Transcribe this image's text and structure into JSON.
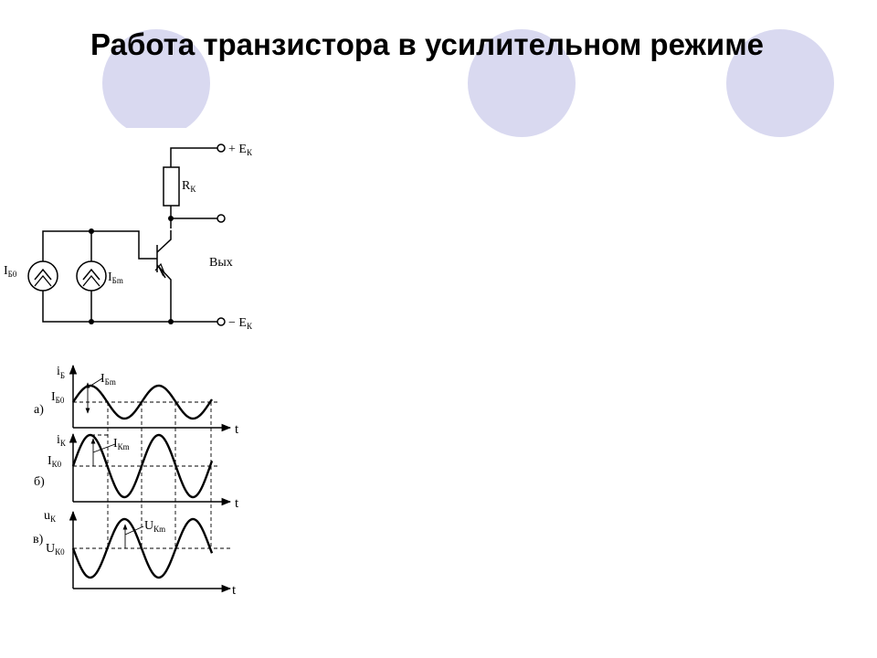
{
  "slide": {
    "title": "Работа транзистора в усилительном режиме"
  },
  "colors": {
    "circle_fill": "#d9d9f0",
    "circle_ring": "#dcdcf0",
    "wire": "#000000"
  },
  "schematic": {
    "supply_plus": "+ E",
    "supply_plus_sub": "К",
    "supply_minus": "− E",
    "supply_minus_sub": "К",
    "resistor": "R",
    "resistor_sub": "К",
    "output": "Вых",
    "source_dc": "I",
    "source_dc_sub": "Б0",
    "source_ac": "I",
    "source_ac_sub": "Бm"
  },
  "plots": {
    "a": {
      "panel_label": "а)",
      "y_label": "i",
      "y_label_sub": "Б",
      "amp_label": "I",
      "amp_label_sub": "Бm",
      "bias_label": "I",
      "bias_label_sub": "Б0",
      "t_label": "t"
    },
    "b": {
      "panel_label": "б)",
      "y_label": "i",
      "y_label_sub": "К",
      "amp_label": "I",
      "amp_label_sub": "Кm",
      "bias_label": "I",
      "bias_label_sub": "К0",
      "t_label": "t"
    },
    "c": {
      "panel_label": "в)",
      "y_label": "u",
      "y_label_sub": "К",
      "amp_label": "U",
      "amp_label_sub": "Кm",
      "bias_label": "U",
      "bias_label_sub": "К0",
      "t_label": "t"
    }
  }
}
